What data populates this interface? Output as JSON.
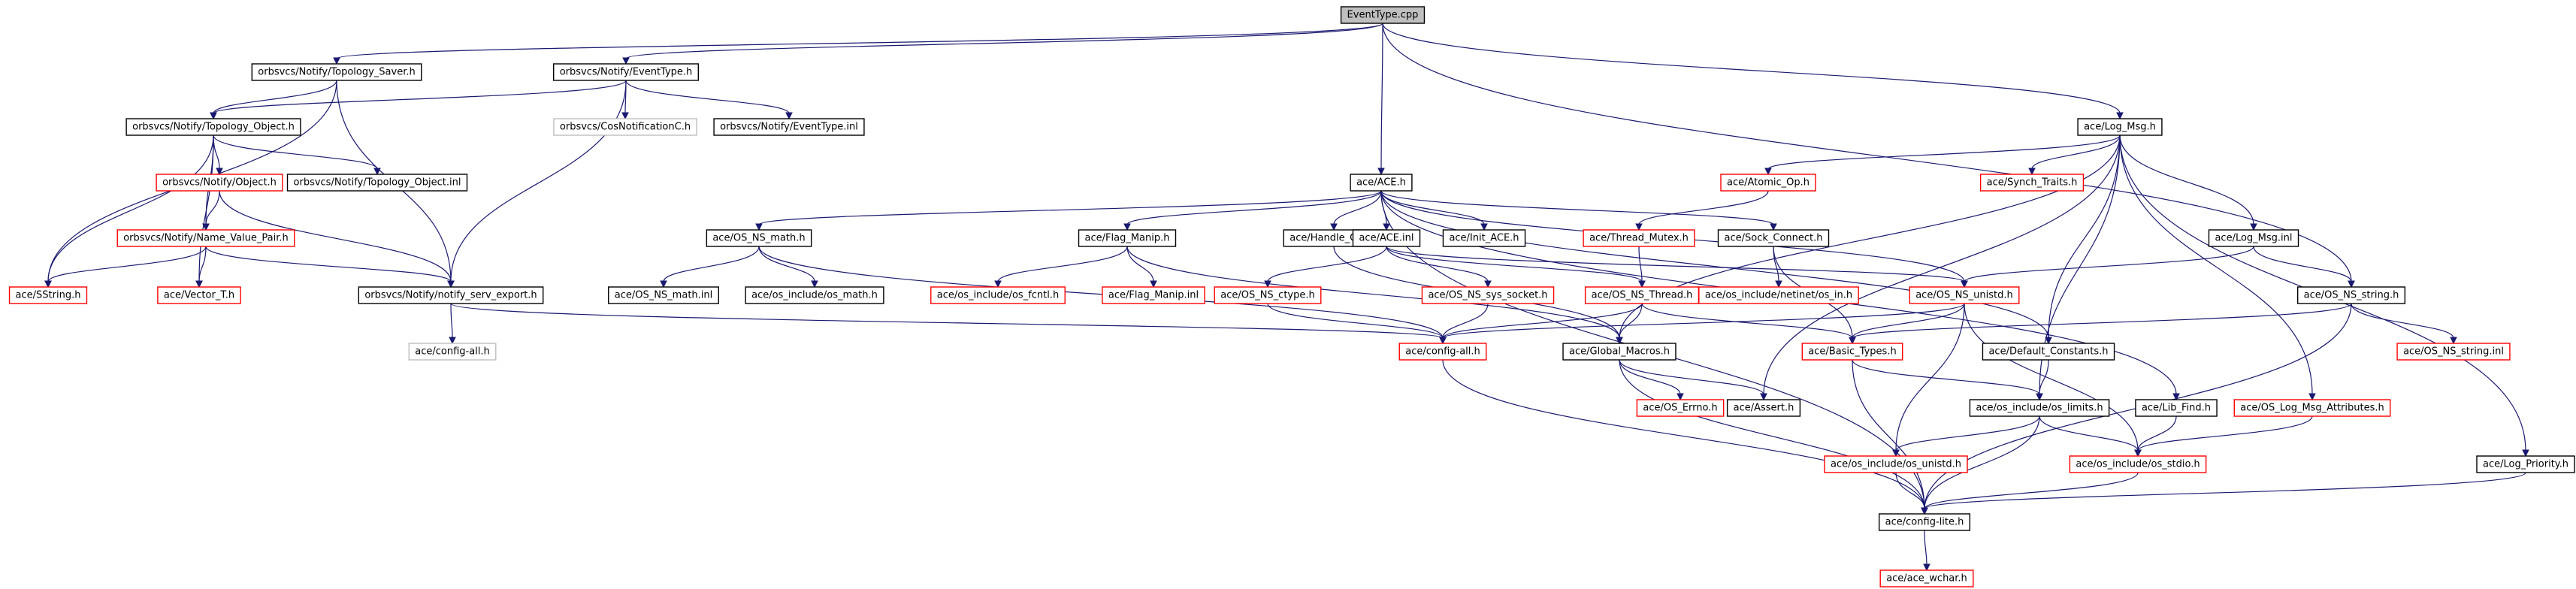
{
  "graph": {
    "root": "EventType.cpp",
    "nodes": [
      {
        "id": "eventtype_cpp",
        "label": "EventType.cpp",
        "style": "root"
      },
      {
        "id": "topo_saver",
        "label": "orbsvcs/Notify/Topology_Saver.h",
        "style": "normal"
      },
      {
        "id": "evt_h",
        "label": "orbsvcs/Notify/EventType.h",
        "style": "normal"
      },
      {
        "id": "topo_obj",
        "label": "orbsvcs/Notify/Topology_Object.h",
        "style": "normal"
      },
      {
        "id": "cosnotif",
        "label": "orbsvcs/CosNotificationC.h",
        "style": "grey"
      },
      {
        "id": "evt_inl",
        "label": "orbsvcs/Notify/EventType.inl",
        "style": "normal"
      },
      {
        "id": "notify_obj",
        "label": "orbsvcs/Notify/Object.h",
        "style": "red"
      },
      {
        "id": "topo_obj_inl",
        "label": "orbsvcs/Notify/Topology_Object.inl",
        "style": "normal"
      },
      {
        "id": "nvp",
        "label": "orbsvcs/Notify/Name_Value_Pair.h",
        "style": "red"
      },
      {
        "id": "sstring",
        "label": "ace/SString.h",
        "style": "red"
      },
      {
        "id": "vector_t",
        "label": "ace/Vector_T.h",
        "style": "red"
      },
      {
        "id": "serv_export",
        "label": "orbsvcs/Notify/notify_serv_export.h",
        "style": "normal"
      },
      {
        "id": "config_all_grey",
        "label": "ace/config-all.h",
        "style": "grey"
      },
      {
        "id": "ace_h",
        "label": "ace/ACE.h",
        "style": "normal"
      },
      {
        "id": "os_math",
        "label": "ace/OS_NS_math.h",
        "style": "normal"
      },
      {
        "id": "flag_manip",
        "label": "ace/Flag_Manip.h",
        "style": "normal"
      },
      {
        "id": "handle_ops",
        "label": "ace/Handle_Ops.h",
        "style": "normal"
      },
      {
        "id": "ace_inl",
        "label": "ace/ACE.inl",
        "style": "normal"
      },
      {
        "id": "init_ace",
        "label": "ace/Init_ACE.h",
        "style": "normal"
      },
      {
        "id": "sock_connect",
        "label": "ace/Sock_Connect.h",
        "style": "normal"
      },
      {
        "id": "os_math_inl",
        "label": "ace/OS_NS_math.inl",
        "style": "normal"
      },
      {
        "id": "os_include_math",
        "label": "ace/os_include/os_math.h",
        "style": "normal"
      },
      {
        "id": "os_fcntl",
        "label": "ace/os_include/os_fcntl.h",
        "style": "red"
      },
      {
        "id": "flag_manip_inl",
        "label": "ace/Flag_Manip.inl",
        "style": "red"
      },
      {
        "id": "os_ctype",
        "label": "ace/OS_NS_ctype.h",
        "style": "red"
      },
      {
        "id": "sys_socket",
        "label": "ace/OS_NS_sys_socket.h",
        "style": "red"
      },
      {
        "id": "os_thread",
        "label": "ace/OS_NS_Thread.h",
        "style": "red"
      },
      {
        "id": "netinet_in",
        "label": "ace/os_include/netinet/os_in.h",
        "style": "red"
      },
      {
        "id": "os_unistd",
        "label": "ace/OS_NS_unistd.h",
        "style": "red"
      },
      {
        "id": "config_all",
        "label": "ace/config-all.h",
        "style": "red"
      },
      {
        "id": "global_macros",
        "label": "ace/Global_Macros.h",
        "style": "normal"
      },
      {
        "id": "basic_types",
        "label": "ace/Basic_Types.h",
        "style": "red"
      },
      {
        "id": "default_consts",
        "label": "ace/Default_Constants.h",
        "style": "normal"
      },
      {
        "id": "os_errno",
        "label": "ace/OS_Errno.h",
        "style": "red"
      },
      {
        "id": "assert_h",
        "label": "ace/Assert.h",
        "style": "normal"
      },
      {
        "id": "os_limits",
        "label": "ace/os_include/os_limits.h",
        "style": "normal"
      },
      {
        "id": "lib_find",
        "label": "ace/Lib_Find.h",
        "style": "normal"
      },
      {
        "id": "os_inc_unistd",
        "label": "ace/os_include/os_unistd.h",
        "style": "red"
      },
      {
        "id": "os_stdio",
        "label": "ace/os_include/os_stdio.h",
        "style": "red"
      },
      {
        "id": "config_lite",
        "label": "ace/config-lite.h",
        "style": "normal"
      },
      {
        "id": "ace_wchar",
        "label": "ace/ace_wchar.h",
        "style": "red"
      },
      {
        "id": "log_msg",
        "label": "ace/Log_Msg.h",
        "style": "normal"
      },
      {
        "id": "atomic_op",
        "label": "ace/Atomic_Op.h",
        "style": "red"
      },
      {
        "id": "synch_traits",
        "label": "ace/Synch_Traits.h",
        "style": "red"
      },
      {
        "id": "thread_mutex",
        "label": "ace/Thread_Mutex.h",
        "style": "red"
      },
      {
        "id": "log_msg_inl",
        "label": "ace/Log_Msg.inl",
        "style": "normal"
      },
      {
        "id": "os_ns_string",
        "label": "ace/OS_NS_string.h",
        "style": "normal"
      },
      {
        "id": "os_ns_string_inl",
        "label": "ace/OS_NS_string.inl",
        "style": "red"
      },
      {
        "id": "log_msg_attr",
        "label": "ace/OS_Log_Msg_Attributes.h",
        "style": "red"
      },
      {
        "id": "log_priority",
        "label": "ace/Log_Priority.h",
        "style": "normal"
      }
    ],
    "edges": [
      [
        "eventtype_cpp",
        "topo_saver"
      ],
      [
        "eventtype_cpp",
        "evt_h"
      ],
      [
        "eventtype_cpp",
        "ace_h"
      ],
      [
        "eventtype_cpp",
        "log_msg"
      ],
      [
        "eventtype_cpp",
        "os_ns_string"
      ],
      [
        "topo_saver",
        "topo_obj"
      ],
      [
        "topo_saver",
        "sstring"
      ],
      [
        "topo_saver",
        "serv_export"
      ],
      [
        "evt_h",
        "topo_obj"
      ],
      [
        "evt_h",
        "cosnotif"
      ],
      [
        "evt_h",
        "evt_inl"
      ],
      [
        "evt_h",
        "serv_export"
      ],
      [
        "topo_obj",
        "notify_obj"
      ],
      [
        "topo_obj",
        "topo_obj_inl"
      ],
      [
        "topo_obj",
        "nvp"
      ],
      [
        "topo_obj",
        "sstring"
      ],
      [
        "topo_obj",
        "vector_t"
      ],
      [
        "notify_obj",
        "nvp"
      ],
      [
        "notify_obj",
        "serv_export"
      ],
      [
        "nvp",
        "sstring"
      ],
      [
        "nvp",
        "vector_t"
      ],
      [
        "nvp",
        "serv_export"
      ],
      [
        "serv_export",
        "config_all_grey"
      ],
      [
        "serv_export",
        "config_all"
      ],
      [
        "ace_h",
        "os_math"
      ],
      [
        "ace_h",
        "flag_manip"
      ],
      [
        "ace_h",
        "handle_ops"
      ],
      [
        "ace_h",
        "ace_inl"
      ],
      [
        "ace_h",
        "init_ace"
      ],
      [
        "ace_h",
        "sock_connect"
      ],
      [
        "ace_h",
        "default_consts"
      ],
      [
        "ace_h",
        "lib_find"
      ],
      [
        "ace_h",
        "config_lite"
      ],
      [
        "ace_h",
        "os_unistd"
      ],
      [
        "os_math",
        "os_math_inl"
      ],
      [
        "os_math",
        "os_include_math"
      ],
      [
        "os_math",
        "config_all"
      ],
      [
        "flag_manip",
        "os_fcntl"
      ],
      [
        "flag_manip",
        "flag_manip_inl"
      ],
      [
        "flag_manip",
        "global_macros"
      ],
      [
        "handle_ops",
        "global_macros"
      ],
      [
        "ace_inl",
        "os_ctype"
      ],
      [
        "ace_inl",
        "sys_socket"
      ],
      [
        "ace_inl",
        "os_thread"
      ],
      [
        "ace_inl",
        "os_unistd"
      ],
      [
        "os_ctype",
        "config_all"
      ],
      [
        "sys_socket",
        "config_all"
      ],
      [
        "os_thread",
        "config_all"
      ],
      [
        "os_thread",
        "global_macros"
      ],
      [
        "os_thread",
        "basic_types"
      ],
      [
        "sock_connect",
        "netinet_in"
      ],
      [
        "sock_connect",
        "basic_types"
      ],
      [
        "os_unistd",
        "basic_types"
      ],
      [
        "os_unistd",
        "os_inc_unistd"
      ],
      [
        "os_unistd",
        "os_stdio"
      ],
      [
        "os_unistd",
        "config_all"
      ],
      [
        "config_all",
        "config_lite"
      ],
      [
        "global_macros",
        "os_errno"
      ],
      [
        "global_macros",
        "assert_h"
      ],
      [
        "global_macros",
        "config_lite"
      ],
      [
        "basic_types",
        "os_limits"
      ],
      [
        "basic_types",
        "config_lite"
      ],
      [
        "default_consts",
        "os_limits"
      ],
      [
        "os_limits",
        "os_inc_unistd"
      ],
      [
        "os_limits",
        "os_stdio"
      ],
      [
        "os_limits",
        "config_lite"
      ],
      [
        "lib_find",
        "os_stdio"
      ],
      [
        "os_inc_unistd",
        "config_lite"
      ],
      [
        "os_stdio",
        "config_lite"
      ],
      [
        "config_lite",
        "ace_wchar"
      ],
      [
        "log_msg",
        "atomic_op"
      ],
      [
        "log_msg",
        "synch_traits"
      ],
      [
        "log_msg",
        "log_msg_inl"
      ],
      [
        "log_msg",
        "default_consts"
      ],
      [
        "log_msg",
        "global_macros"
      ],
      [
        "log_msg",
        "assert_h"
      ],
      [
        "log_msg",
        "log_msg_attr"
      ],
      [
        "log_msg",
        "log_priority"
      ],
      [
        "log_msg",
        "os_limits"
      ],
      [
        "atomic_op",
        "thread_mutex"
      ],
      [
        "thread_mutex",
        "os_thread"
      ],
      [
        "log_msg_inl",
        "os_ns_string"
      ],
      [
        "log_msg_inl",
        "os_unistd"
      ],
      [
        "os_ns_string",
        "os_ns_string_inl"
      ],
      [
        "os_ns_string",
        "basic_types"
      ],
      [
        "os_ns_string",
        "config_lite"
      ],
      [
        "log_msg_attr",
        "os_stdio"
      ],
      [
        "log_priority",
        "config_lite"
      ]
    ]
  }
}
